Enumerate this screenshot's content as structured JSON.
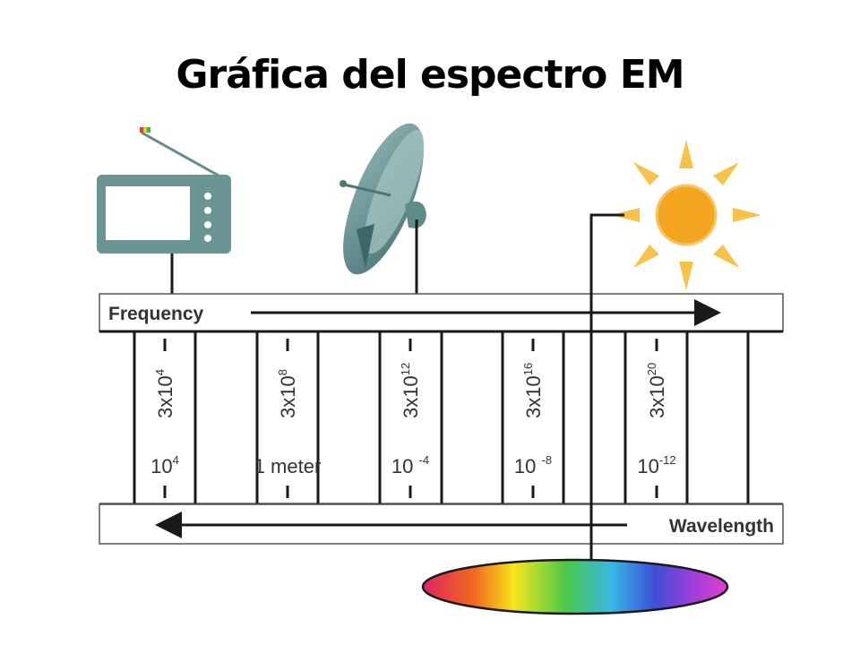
{
  "title": "Gráfica del espectro EM",
  "frequency_label": "Frequency",
  "wavelength_label": "Wavelength",
  "frequency_values": [
    {
      "base": "3x10",
      "exp": "4"
    },
    {
      "base": "3x10",
      "exp": "8"
    },
    {
      "base": "3x10",
      "exp": "12"
    },
    {
      "base": "3x10",
      "exp": "16"
    },
    {
      "base": "3x10",
      "exp": "20"
    }
  ],
  "wavelength_values": [
    {
      "base": "10",
      "exp": "4"
    },
    {
      "base": "1 meter",
      "exp": ""
    },
    {
      "base": "10 ",
      "exp": "-4"
    },
    {
      "base": "10 ",
      "exp": "-8"
    },
    {
      "base": "10",
      "exp": "-12"
    }
  ],
  "icons": [
    "radio-icon",
    "satellite-dish-icon",
    "sun-icon",
    "visible-spectrum-icon"
  ],
  "colors": {
    "icon_teal": "#5f8b8b",
    "sun": "#f3a51f",
    "line": "#1a1a1a",
    "band_border": "#555555"
  }
}
